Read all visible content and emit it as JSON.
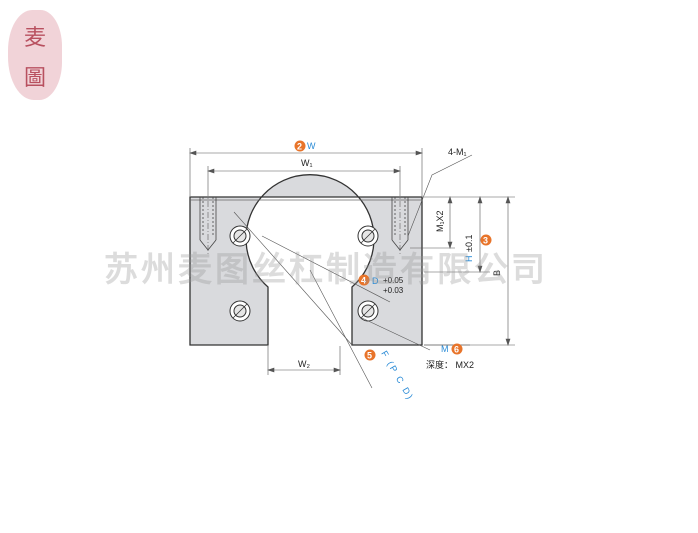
{
  "logo": {
    "char_top": "麦",
    "char_bottom": "圖"
  },
  "watermark": "苏州麦图丝杠制造有限公司",
  "callouts": [
    {
      "num": "2",
      "label": "W"
    },
    {
      "num": "3",
      "label": "H",
      "suffix": "±0.1"
    },
    {
      "num": "4",
      "label": "D",
      "tol_upper": "+0.05",
      "tol_lower": "+0.03"
    },
    {
      "num": "5",
      "label": "F (P C D)"
    },
    {
      "num": "6",
      "label": "M"
    }
  ],
  "labels": {
    "w1": "W₁",
    "w2": "W₂",
    "bolt": "4-M₁",
    "m1x2": "M₁X2",
    "b": "B",
    "depth": "深度： MX2"
  },
  "colors": {
    "badge": "#e8742a",
    "dim_label": "#2a8bd6",
    "body_fill": "#d9dadd"
  }
}
